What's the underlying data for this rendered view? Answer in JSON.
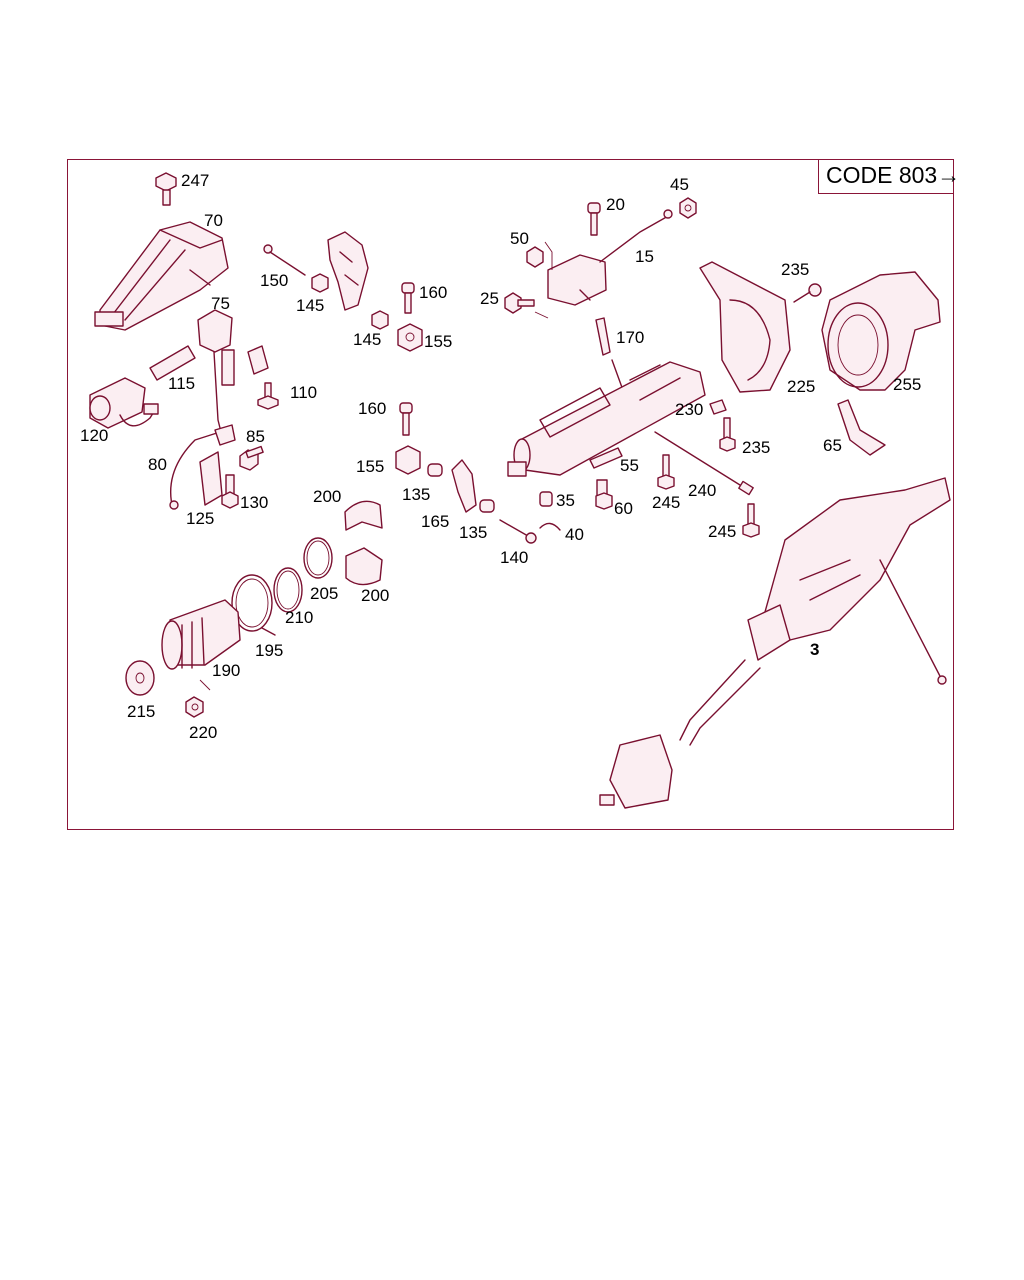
{
  "header": {
    "code_label": "CODE 803",
    "arrow": "→"
  },
  "colors": {
    "frame": "#8a1538",
    "parts": "#7a1030",
    "labels": "#000000"
  },
  "labels": {
    "l247": "247",
    "l70": "70",
    "l75": "75",
    "l150": "150",
    "l145a": "145",
    "l145b": "145",
    "l160a": "160",
    "l155a": "155",
    "l115": "115",
    "l110": "110",
    "l120": "120",
    "l85": "85",
    "l80": "80",
    "l125": "125",
    "l130": "130",
    "l50": "50",
    "l20": "20",
    "l45": "45",
    "l15": "15",
    "l25": "25",
    "l170": "170",
    "l160b": "160",
    "l155b": "155",
    "l135a": "135",
    "l165": "165",
    "l135b": "135",
    "l140": "140",
    "l35": "35",
    "l40": "40",
    "l55": "55",
    "l60": "60",
    "l200a": "200",
    "l200b": "200",
    "l205": "205",
    "l210": "210",
    "l195": "195",
    "l190": "190",
    "l215": "215",
    "l220": "220",
    "l235a": "235",
    "l225": "225",
    "l255": "255",
    "l230": "230",
    "l235b": "235",
    "l65": "65",
    "l245a": "245",
    "l240": "240",
    "l245b": "245",
    "l3": "3"
  }
}
